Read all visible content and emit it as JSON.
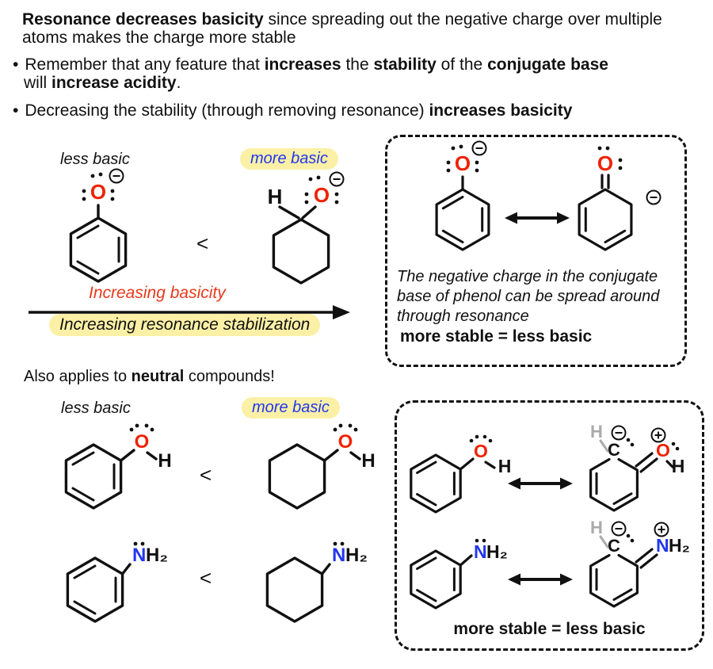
{
  "intro": {
    "bold": "Resonance decreases basicity",
    "line1_rest": " since spreading out the negative charge over multiple",
    "line2": "atoms makes the charge more stable"
  },
  "bullet1": {
    "marker": "•",
    "pre": "Remember that any feature that ",
    "bold1": "increases",
    "mid1": " the ",
    "bold2": "stability",
    "mid2": " of the ",
    "bold3": "conjugate base",
    "line2_pre": "will ",
    "line2_bold": "increase acidity",
    "line2_post": "."
  },
  "bullet2": {
    "marker": "•",
    "pre": "Decreasing the stability (through removing resonance) ",
    "bold": "increases basicity"
  },
  "row1": {
    "less_basic": "less basic",
    "more_basic": "more basic",
    "lt": "<"
  },
  "axis": {
    "top_label": "Increasing basicity",
    "bottom_label": "Increasing resonance stabilization"
  },
  "also": {
    "pre": "Also applies to ",
    "bold": "neutral",
    "post": " compounds!"
  },
  "row2": {
    "less_basic": "less basic",
    "more_basic": "more basic",
    "lt": "<"
  },
  "row3": {
    "lt": "<"
  },
  "box1": {
    "caption_line1": "The negative charge in the conjugate",
    "caption_line2": "base of phenol can be spread around",
    "caption_line3": "through resonance",
    "conclusion": "more stable = less basic"
  },
  "box2": {
    "conclusion": "more stable = less basic"
  },
  "atoms": {
    "O": "O",
    "H": "H",
    "C": "C",
    "N": "N",
    "H2": "H₂"
  },
  "colors": {
    "oxygen_red": "#ee2200",
    "nitrogen_blue": "#2236ee",
    "label_blue": "#2236ee",
    "label_red": "#e8391c",
    "highlight_yellow": "#fbf0a6",
    "gray_hydrogen": "#aaaaaa",
    "bond_black": "#111111"
  }
}
